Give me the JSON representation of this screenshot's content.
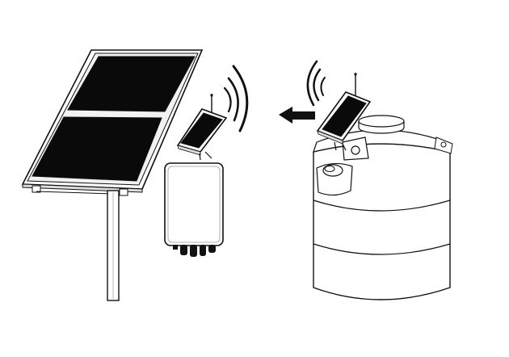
{
  "scene": {
    "background": "#ffffff",
    "stroke_color": "#111111",
    "panel_fill": "#0a0a0a",
    "tank_fill": "#ffffff"
  },
  "components": [
    {
      "id": "solar-panel",
      "icon": "solar-panel-icon"
    },
    {
      "id": "panel-mount-pole",
      "icon": "pole-icon"
    },
    {
      "id": "gateway-transmitter",
      "icon": "wireless-device-icon"
    },
    {
      "id": "inverter-box",
      "icon": "inverter-icon"
    },
    {
      "id": "tank-sensor-transmitter",
      "icon": "wireless-device-icon"
    },
    {
      "id": "water-tank",
      "icon": "tank-icon"
    },
    {
      "id": "signal-arrow",
      "icon": "arrow-left-icon"
    }
  ]
}
